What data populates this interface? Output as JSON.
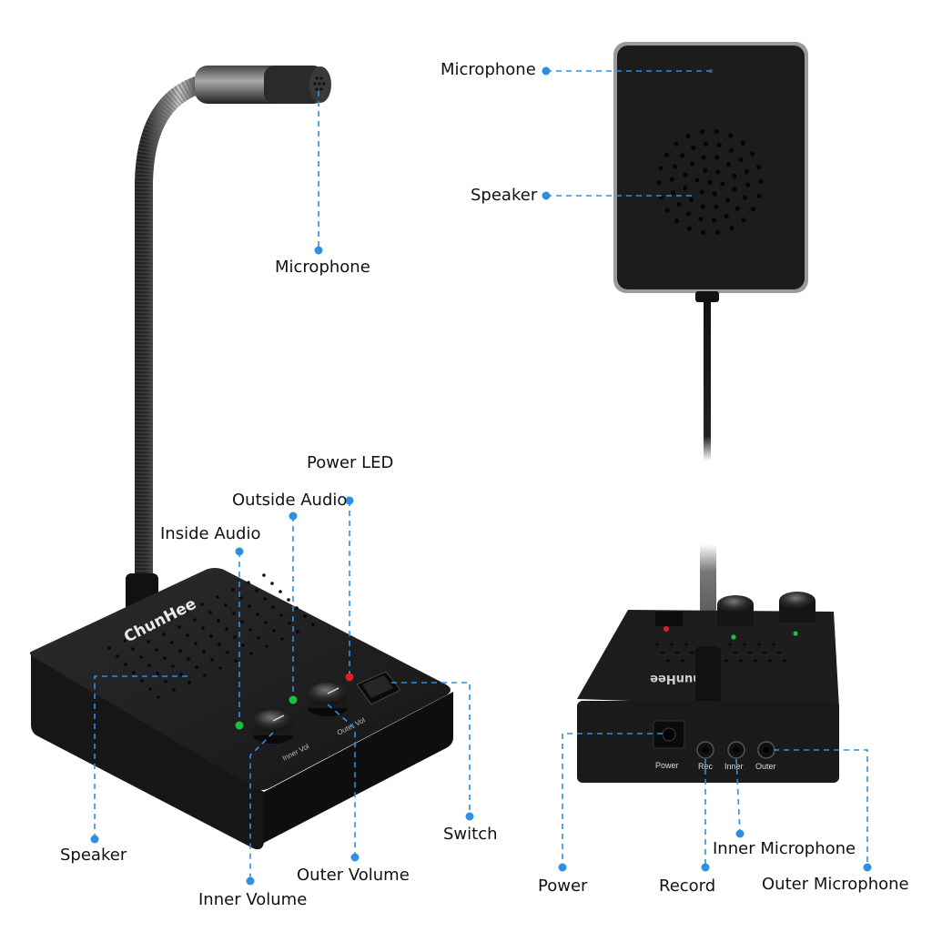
{
  "brand": "ChunHee",
  "colors": {
    "accent": "#2f8fe0",
    "device": "#1b1b1c",
    "led_green": "#19c23a",
    "led_red": "#e02020"
  },
  "labels": {
    "mic_top": "Microphone",
    "mic_right": "Microphone",
    "speaker_right": "Speaker",
    "power_led": "Power LED",
    "outside_audio": "Outside Audio",
    "inside_audio": "Inside Audio",
    "speaker_left": "Speaker",
    "switch": "Switch",
    "outer_volume": "Outer Volume",
    "inner_volume": "Inner Volume",
    "power": "Power",
    "record": "Record",
    "inner_microphone": "Inner Microphone",
    "outer_microphone": "Outer Microphone"
  },
  "panel_text": {
    "inner_knob": "Inner Vol",
    "outer_knob": "Outer Vol",
    "jack_power": "Power",
    "jack_rec": "Rec",
    "jack_inner": "Inner",
    "jack_outer": "Outer"
  }
}
